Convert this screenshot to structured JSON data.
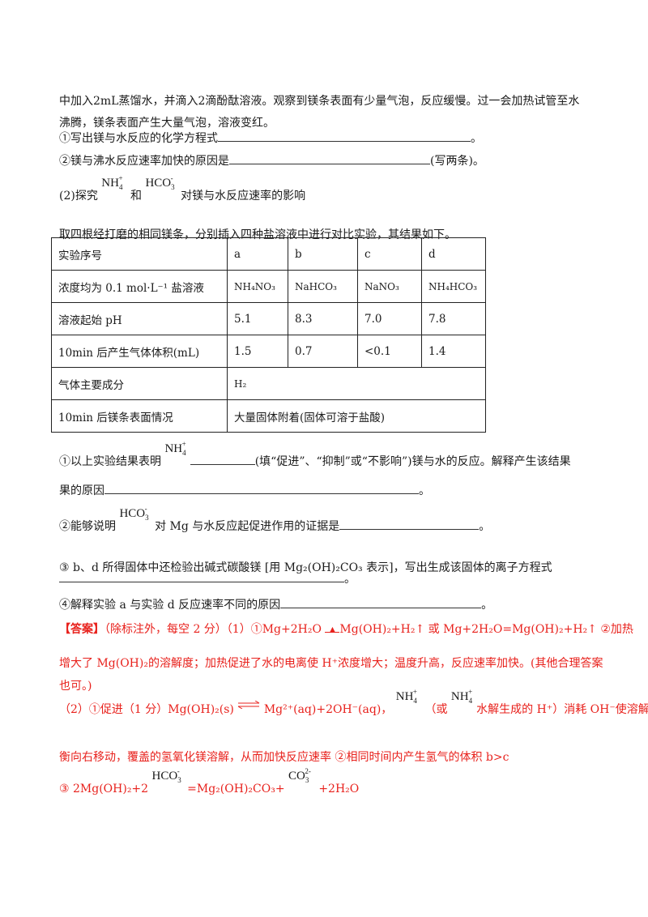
{
  "intro": {
    "line1": "中加入2mL蒸馏水，并滴入2滴酚酞溶液。观察到镁条表面有少量气泡，反应缓慢。过一会加热试管至水",
    "line2": "沸腾，镁条表面产生大量气泡，溶液变红。"
  },
  "q1_1": {
    "text": "①写出镁与水反应的化学方程式",
    "end": "。"
  },
  "q1_2": {
    "text": "②镁与沸水反应速率加快的原因是",
    "end": "(写两条)。"
  },
  "part2": {
    "prefix": "(2)探究",
    "and": "和",
    "suffix": "对镁与水反应速率的影响"
  },
  "ions": {
    "nh4": "NH",
    "nh4_sub": "4",
    "nh4_sup": "+",
    "hco3": "HCO",
    "hco3_sub": "3",
    "hco3_sup": "-",
    "co3": "CO",
    "co3_sub": "3",
    "co3_sup": "2-"
  },
  "table_intro": "取四根经打磨的相同镁条，分别插入四种盐溶液中进行对比实验，其结果如下。",
  "table": {
    "rows": [
      [
        "实验序号",
        "a",
        "b",
        "c",
        "d"
      ],
      [
        "浓度均为 0.1 mol·L⁻¹ 盐溶液",
        "NH₄NO₃",
        "NaHCO₃",
        "NaNO₃",
        "NH₄HCO₃"
      ],
      [
        "溶液起始 pH",
        "5.1",
        "8.3",
        "7.0",
        "7.8"
      ],
      [
        "10min 后产生气体体积(mL)",
        "1.5",
        "0.7",
        "<0.1",
        "1.4"
      ]
    ],
    "gas_label": "气体主要成分",
    "gas_value": "H₂",
    "surface_label": "10min 后镁条表面情况",
    "surface_value": "大量固体附着(固体可溶于盐酸)"
  },
  "q2_1": {
    "prefix": "①以上实验结果表明",
    "mid": "(填“促进”、“抑制”或“不影响”)镁与水的反应。解释产生该结果",
    "line2": "果的原因",
    "end": "。"
  },
  "q2_2": {
    "prefix": "②能够说明",
    "mid": "对 Mg 与水反应起促进作用的证据是",
    "end": "。"
  },
  "q2_3": {
    "text": "③ b、d 所得固体中还检验出碱式碳酸镁 [用 Mg₂(OH)₂CO₃ 表示]，写出生成该固体的离子方程式",
    "end": "。"
  },
  "q2_4": {
    "text": "④解释实验 a 与实验 d 反应速率不同的原因",
    "end": "。"
  },
  "answer": {
    "tag": "【答案】",
    "l1a": "（除标注外，每空 2 分）（1）①Mg+2H₂O ",
    "l1b": "Mg(OH)₂+H₂↑ 或 Mg+2H₂O=Mg(OH)₂+H₂↑   ②加热",
    "l2": "增大了 Mg(OH)₂的溶解度；加热促进了水的电离使 H⁺浓度增大；温度升高，反应速率加快。(其他合理答案",
    "l3": "也可。)",
    "l4a": "（2）①促进（1 分）Mg(OH)₂(s)",
    "l4b": "Mg²⁺(aq)+2OH⁻(aq)，",
    "l4c": "（或",
    "l4d": "水解生成的 H⁺）消耗 OH⁻使溶解平",
    "l5": "衡向右移动，覆盖的氢氧化镁溶解，从而加快反应速率    ②相同时间内产生氢气的体积 b>c",
    "l6a": "③ 2Mg(OH)₂+2",
    "l6b": "=Mg₂(OH)₂CO₃+",
    "l6c": "+2H₂O"
  }
}
